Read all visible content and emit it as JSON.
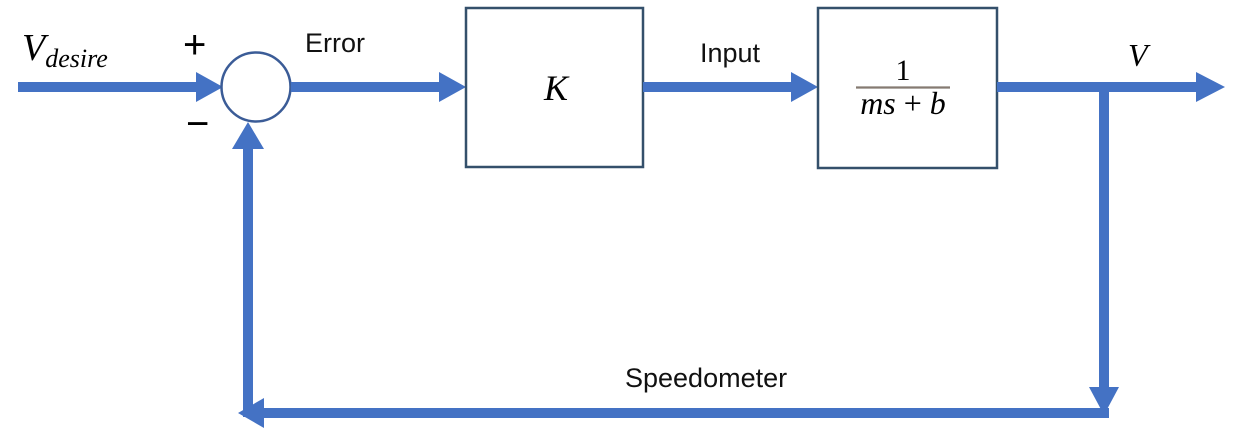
{
  "diagram": {
    "signals": {
      "reference_base": "V",
      "reference_subscript": "desire",
      "plus_sign": "+",
      "minus_sign": "−",
      "error_label": "Error",
      "input_label": "Input",
      "output_label": "V",
      "feedback_label": "Speedometer"
    },
    "blocks": {
      "controller_label": "K",
      "plant_numerator": "1",
      "plant_denominator_m": "m",
      "plant_denominator_s": "s",
      "plant_denominator_plus": " + ",
      "plant_denominator_b": "b"
    },
    "colors": {
      "arrow_blue": "#4472C4",
      "junction_stroke": "#3B5C97",
      "block_stroke": "#34506B",
      "text_black": "#111111",
      "plant_s_color": "#9A7E76",
      "fraction_bar_color": "#857A72",
      "background": "#FFFFFF"
    }
  }
}
